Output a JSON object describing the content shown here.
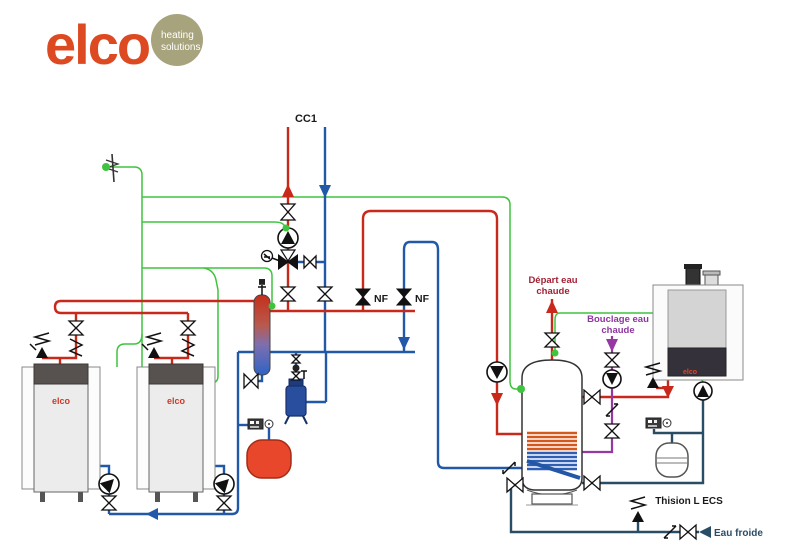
{
  "logo": {
    "brand": "elco",
    "tagline_line1": "heating",
    "tagline_line2": "solutions"
  },
  "labels": {
    "cc1": "CC1",
    "nf_left": "NF",
    "nf_right": "NF",
    "depart_line1": "Départ eau",
    "depart_line2": "chaude",
    "bouclage_line1": "Bouclage eau",
    "bouclage_line2": "chaude",
    "thision": "Thision L ECS",
    "eau_froide": "Eau froide",
    "boiler1_brand": "elco",
    "boiler2_brand": "elco",
    "wall_boiler_brand": "elco"
  },
  "colors": {
    "pipe_red": "#c8291b",
    "pipe_blue": "#2158a8",
    "pipe_navy": "#2a4d66",
    "wire_green": "#3ec43e",
    "pipe_purple": "#9637a4",
    "text_dark_red": "#a32034",
    "text_purple": "#8d36a0",
    "text_black": "#1a1a1a",
    "logo_orange": "#dd4a21",
    "logo_circle": "#a7a37d",
    "boiler_band": "#575150",
    "vessel_red": "#e8472b",
    "sep_top": "#c52f1b",
    "sep_bottom": "#2f63c4",
    "brand_red": "#cc3a28"
  }
}
